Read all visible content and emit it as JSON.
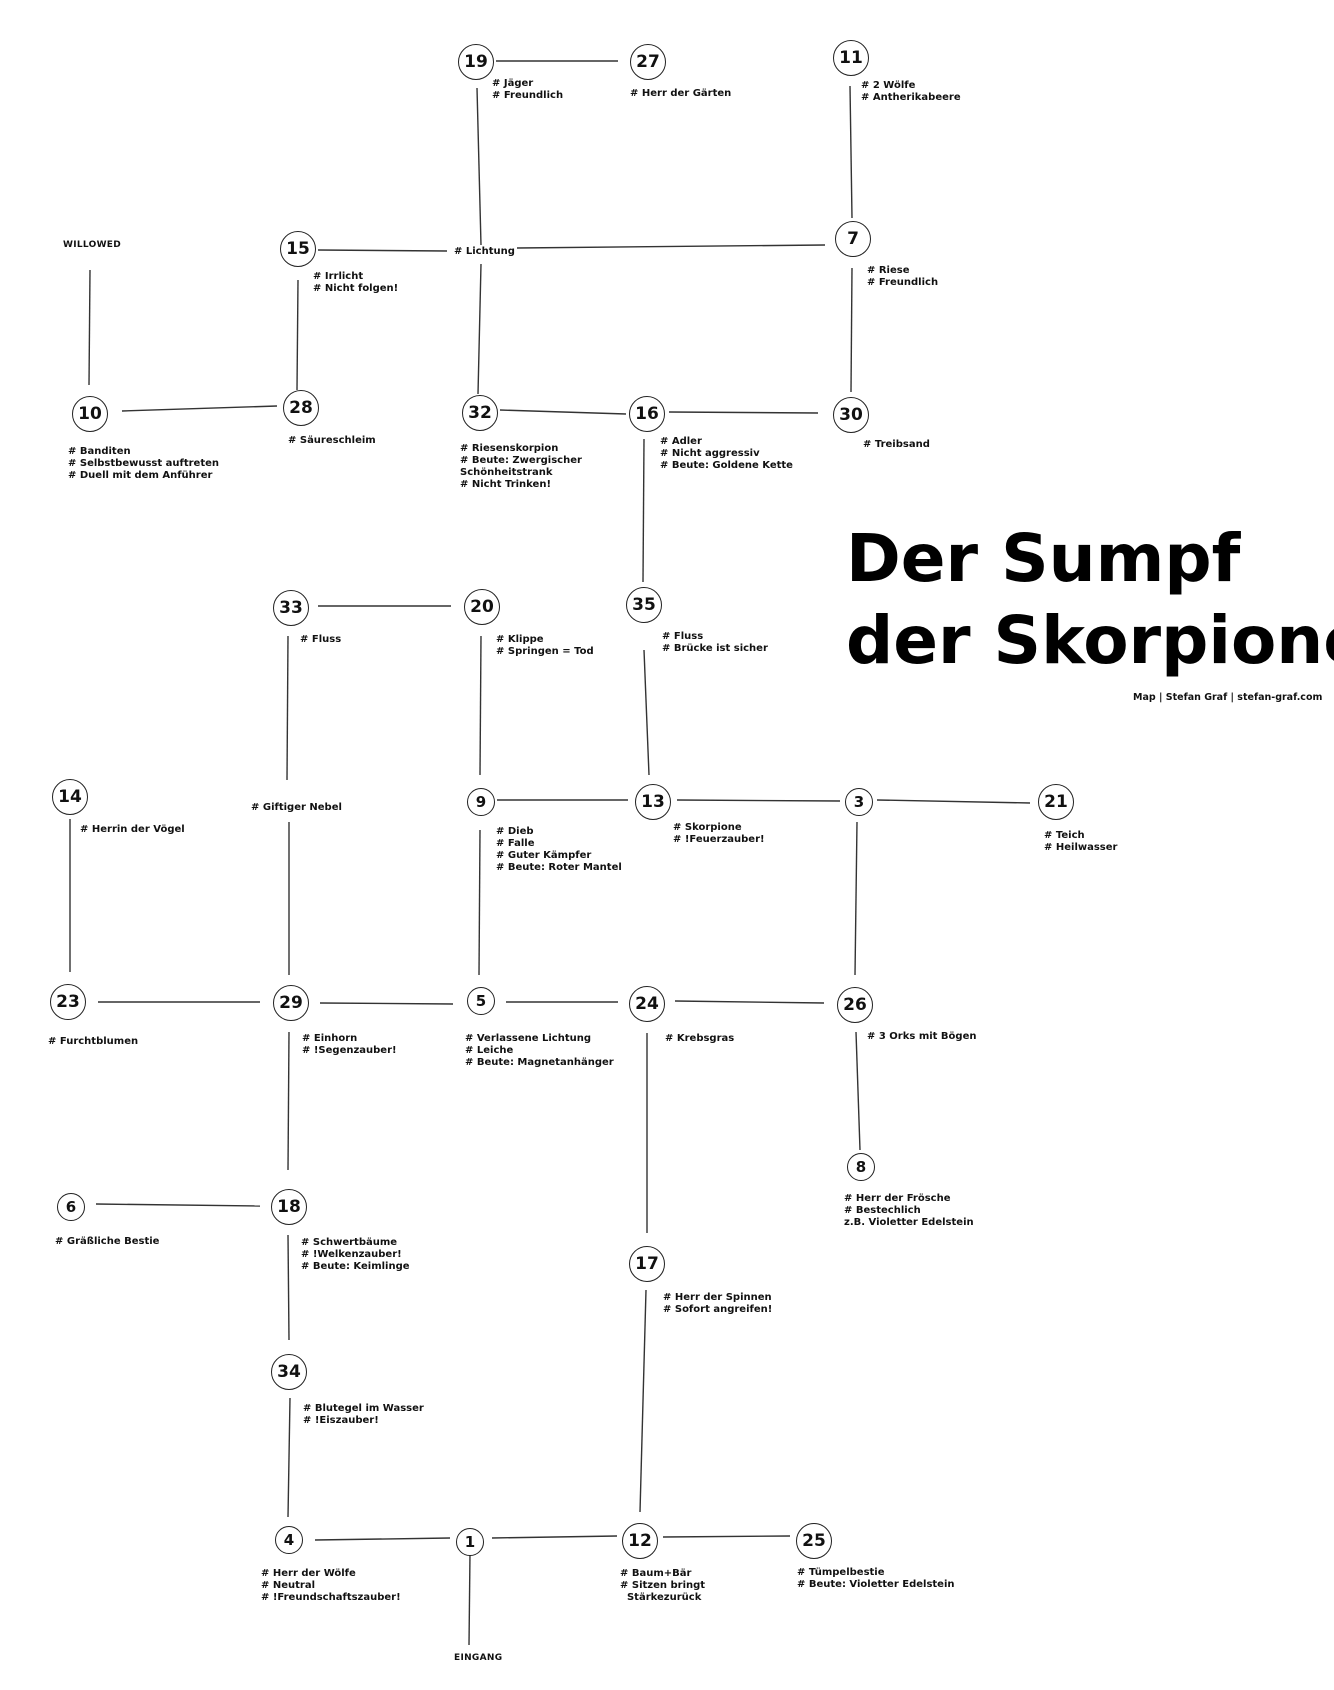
{
  "title": {
    "line1": "Der Sumpf",
    "line2": "der Skorpione"
  },
  "credit": "Map | Stefan Graf | stefan-graf.com",
  "labels": {
    "willowed": "WILLOWED",
    "eingang": "EINGANG"
  },
  "nodes": {
    "n19": "19",
    "n27": "27",
    "n11": "11",
    "n15": "15",
    "n7": "7",
    "n10": "10",
    "n28": "28",
    "n32": "32",
    "n16": "16",
    "n30": "30",
    "n33": "33",
    "n20": "20",
    "n35": "35",
    "n14": "14",
    "n9": "9",
    "n13": "13",
    "n3": "3",
    "n21": "21",
    "n23": "23",
    "n29": "29",
    "n5": "5",
    "n24": "24",
    "n26": "26",
    "n8": "8",
    "n6": "6",
    "n18": "18",
    "n17": "17",
    "n34": "34",
    "n4": "4",
    "n1": "1",
    "n12": "12",
    "n25": "25"
  },
  "notes": {
    "n19": "# Jäger\n# Freundlich",
    "n27": "# Herr der Gärten",
    "n11": "# 2 Wölfe\n# Antherikabeere",
    "lichtung": "# Lichtung",
    "n15": "# Irrlicht\n# Nicht folgen!",
    "n7": "# Riese\n# Freundlich",
    "n28": "# Säureschleim",
    "n10": "# Banditen\n# Selbstbewusst auftreten\n# Duell mit dem Anführer",
    "n32": "# Riesenskorpion\n# Beute: Zwergischer\nSchönheitstrank\n# Nicht Trinken!",
    "n16": "# Adler\n# Nicht aggressiv\n# Beute: Goldene Kette",
    "n30": "# Treibsand",
    "n33": "# Fluss",
    "n20": "# Klippe\n# Springen = Tod",
    "n35": "# Fluss\n# Brücke ist sicher",
    "n14": "# Herrin der Vögel",
    "nebel": "# Giftiger Nebel",
    "n9": "# Dieb\n# Falle\n# Guter Kämpfer\n# Beute: Roter Mantel",
    "n13": "# Skorpione\n# !Feuerzauber!",
    "n21": "# Teich\n# Heilwasser",
    "n23": "# Furchtblumen",
    "n29": "# Einhorn\n# !Segenzauber!",
    "n5": "# Verlassene Lichtung\n# Leiche\n# Beute: Magnetanhänger",
    "n24": "# Krebsgras",
    "n26": "# 3 Orks mit Bögen",
    "n8": "# Herr der Frösche\n# Bestechlich\nz.B. Violetter Edelstein",
    "n6": "# Gräßliche Bestie",
    "n18": "# Schwertbäume\n# !Welkenzauber!\n# Beute: Keimlinge",
    "n17": "# Herr der Spinnen\n# Sofort angreifen!",
    "n34": "# Blutegel im Wasser\n# !Eiszauber!",
    "n4": "# Herr der Wölfe\n# Neutral\n# !Freundschaftszauber!",
    "n12": "# Baum+Bär\n# Sitzen bringt\n  Stärkezurück",
    "n25": "# Tümpelbestie\n# Beute: Violetter Edelstein"
  }
}
